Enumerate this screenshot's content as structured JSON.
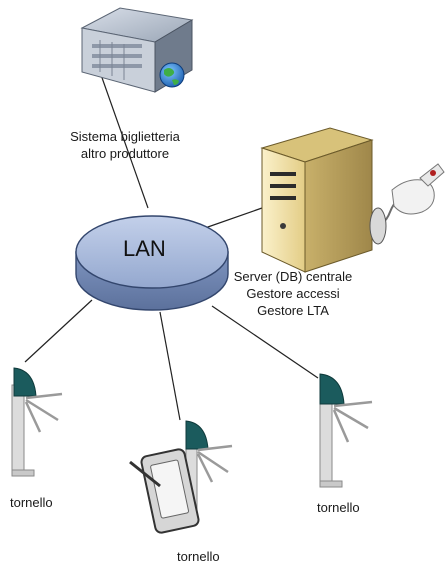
{
  "ticketing_server": {
    "line1": "Sistema biglietteria",
    "line2": "altro produttore"
  },
  "lan": {
    "label": "LAN"
  },
  "central_server": {
    "line1": "Server (DB) centrale",
    "line2": "Gestore accessi",
    "line3": "Gestore LTA"
  },
  "turnstiles": [
    {
      "label": "tornello"
    },
    {
      "label": "tornello"
    },
    {
      "label": "tornello"
    }
  ],
  "colors": {
    "lan_fill": "#a9bbdc",
    "lan_stroke": "#33466d",
    "turnstile_head": "#1b5b5d",
    "server_body": "#ecdca5",
    "rack_body": "#b7c0cc"
  },
  "icons": [
    "rack-server-icon",
    "tower-server-icon",
    "turnstile-icon",
    "handheld-terminal-icon",
    "usb-device-icon"
  ]
}
